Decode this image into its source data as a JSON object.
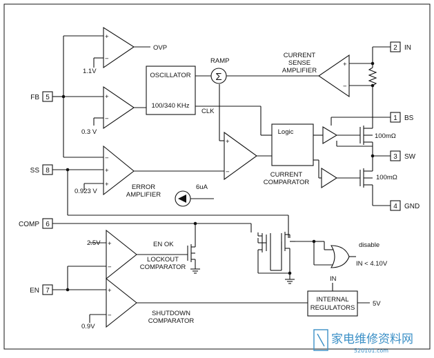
{
  "pins": {
    "fb": {
      "name": "FB",
      "num": "5"
    },
    "ss": {
      "name": "SS",
      "num": "8"
    },
    "comp": {
      "name": "COMP",
      "num": "6"
    },
    "en": {
      "name": "EN",
      "num": "7"
    },
    "in": {
      "name": "IN",
      "num": "2"
    },
    "bs": {
      "name": "BS",
      "num": "1"
    },
    "sw": {
      "name": "SW",
      "num": "3"
    },
    "gnd": {
      "name": "GND",
      "num": "4"
    }
  },
  "labels": {
    "ovp": "OVP",
    "ramp": "RAMP",
    "oscillator": "OSCILLATOR",
    "osc_freq": "100/340 KHz",
    "clk": "CLK",
    "sum_symbol": "Σ",
    "current_sense_1": "CURRENT",
    "current_sense_2": "SENSE",
    "current_sense_3": "AMPLIFIER",
    "logic": "Logic",
    "current_comp_1": "CURRENT",
    "current_comp_2": "COMPARATOR",
    "error_amp_1": "ERROR",
    "error_amp_2": "AMPLIFIER",
    "current_src": "6uA",
    "en_ok": "EN OK",
    "lockout_1": "LOCKOUT",
    "lockout_2": "COMPARATOR",
    "shutdown_1": "SHUTDOWN",
    "shutdown_2": "COMPARATOR",
    "internal_reg_1": "INTERNAL",
    "internal_reg_2": "REGULATORS",
    "reg_in": "IN",
    "reg_out": "5V",
    "disable": "disable",
    "in_threshold": "IN < 4.10V",
    "ref_1v1": "1.1V",
    "ref_0v3": "0.3 V",
    "ref_0v923": "0.923 V",
    "ref_2v5": "2.5V",
    "ref_0v9": "0.9V",
    "rds_high": "100mΩ",
    "rds_low": "100mΩ"
  },
  "watermark": {
    "text": "家电维修资料网",
    "url": "520101.com"
  }
}
